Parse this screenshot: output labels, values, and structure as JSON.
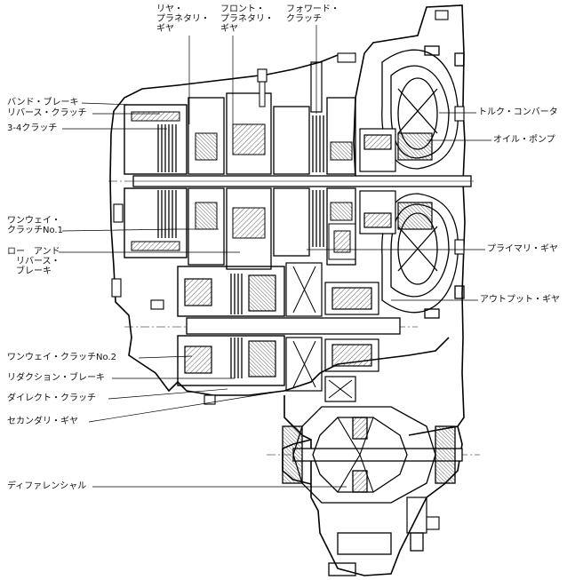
{
  "diagram": {
    "labels": [
      {
        "id": "rear-planetary-gear",
        "lines": [
          "リヤ・",
          "プラネタリ・",
          "ギヤ"
        ]
      },
      {
        "id": "front-planetary-gear",
        "lines": [
          "フロント・",
          "プラネタリ・",
          "ギヤ"
        ]
      },
      {
        "id": "forward-clutch",
        "lines": [
          "フォワード・",
          "クラッチ"
        ]
      },
      {
        "id": "band-brake",
        "lines": [
          "バンド・ブレーキ"
        ]
      },
      {
        "id": "reverse-clutch",
        "lines": [
          "リバース・クラッチ"
        ]
      },
      {
        "id": "3-4-clutch",
        "lines": [
          "3-4クラッチ"
        ]
      },
      {
        "id": "torque-converter",
        "lines": [
          "トルク・コンバータ"
        ]
      },
      {
        "id": "oil-pump",
        "lines": [
          "オイル・ポンプ"
        ]
      },
      {
        "id": "one-way-clutch-no1",
        "lines": [
          "ワンウェイ・",
          "クラッチNo.1"
        ]
      },
      {
        "id": "low-and-reverse-brake",
        "lines": [
          "ロー　アンド",
          "　リバース・",
          "　ブレーキ"
        ]
      },
      {
        "id": "primary-gear",
        "lines": [
          "プライマリ・ギヤ"
        ]
      },
      {
        "id": "output-gear",
        "lines": [
          "アウトプット・ギヤ"
        ]
      },
      {
        "id": "one-way-clutch-no2",
        "lines": [
          "ワンウェイ・クラッチNo.2"
        ]
      },
      {
        "id": "reduction-brake",
        "lines": [
          "リダクション・ブレーキ"
        ]
      },
      {
        "id": "direct-clutch",
        "lines": [
          "ダイレクト・クラッチ"
        ]
      },
      {
        "id": "secondary-gear",
        "lines": [
          "セカンダリ・ギヤ"
        ]
      },
      {
        "id": "differential",
        "lines": [
          "ディファレンシャル"
        ]
      }
    ]
  }
}
